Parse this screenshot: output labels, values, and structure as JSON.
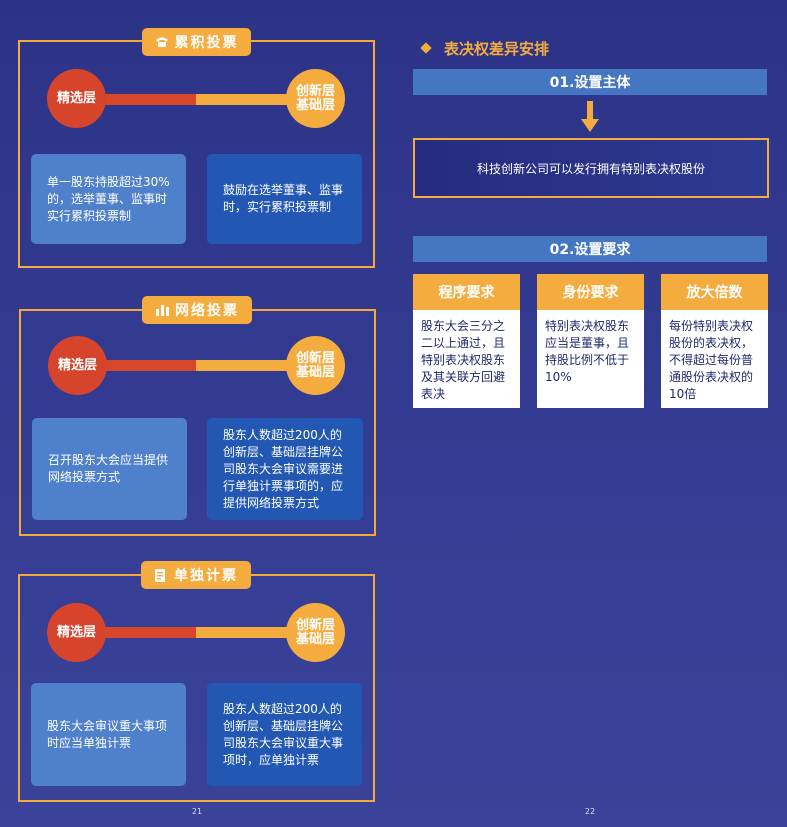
{
  "left_page": {
    "page_number": "21",
    "sections": [
      {
        "title": "累积投票",
        "icon": "phone-icon",
        "left_node": "精选层",
        "right_node": [
          "创新层",
          "基础层"
        ],
        "left_text": "单一股东持股超过30%的，选举董事、监事时实行累积投票制",
        "right_text": "鼓励在选举董事、监事时，实行累积投票制"
      },
      {
        "title": "网络投票",
        "icon": "bar-chart-icon",
        "left_node": "精选层",
        "right_node": [
          "创新层",
          "基础层"
        ],
        "left_text": "召开股东大会应当提供网络投票方式",
        "right_text": "股东人数超过200人的创新层、基础层挂牌公司股东大会审议需要进行单独计票事项的，应提供网络投票方式"
      },
      {
        "title": "单独计票",
        "icon": "document-icon",
        "left_node": "精选层",
        "right_node": [
          "创新层",
          "基础层"
        ],
        "left_text": "股东大会审议重大事项时应当单独计票",
        "right_text": "股东人数超过200人的创新层、基础层挂牌公司股东大会审议重大事项时，应单独计票"
      }
    ]
  },
  "right_page": {
    "page_number": "22",
    "heading": "表决权差异安排",
    "section1_title": "01.设置主体",
    "section1_text": "科技创新公司可以发行拥有特别表决权股份",
    "section2_title": "02.设置要求",
    "columns": [
      {
        "title": "程序要求",
        "text": "股东大会三分之二以上通过，且特别表决权股东及其关联方回避表决"
      },
      {
        "title": "身份要求",
        "text": "特别表决权股东应当是董事，且持股比例不低于10%"
      },
      {
        "title": "放大倍数",
        "text": "每份特别表决权股份的表决权，不得超过每份普通股份表决权的10倍"
      }
    ]
  },
  "colors": {
    "background": "#2c3387",
    "accent_orange": "#f5ac3f",
    "accent_red": "#d6442b",
    "box_light_blue": "#4f80cb",
    "box_dark_blue": "#2258b4",
    "band_blue": "#4576c1"
  }
}
